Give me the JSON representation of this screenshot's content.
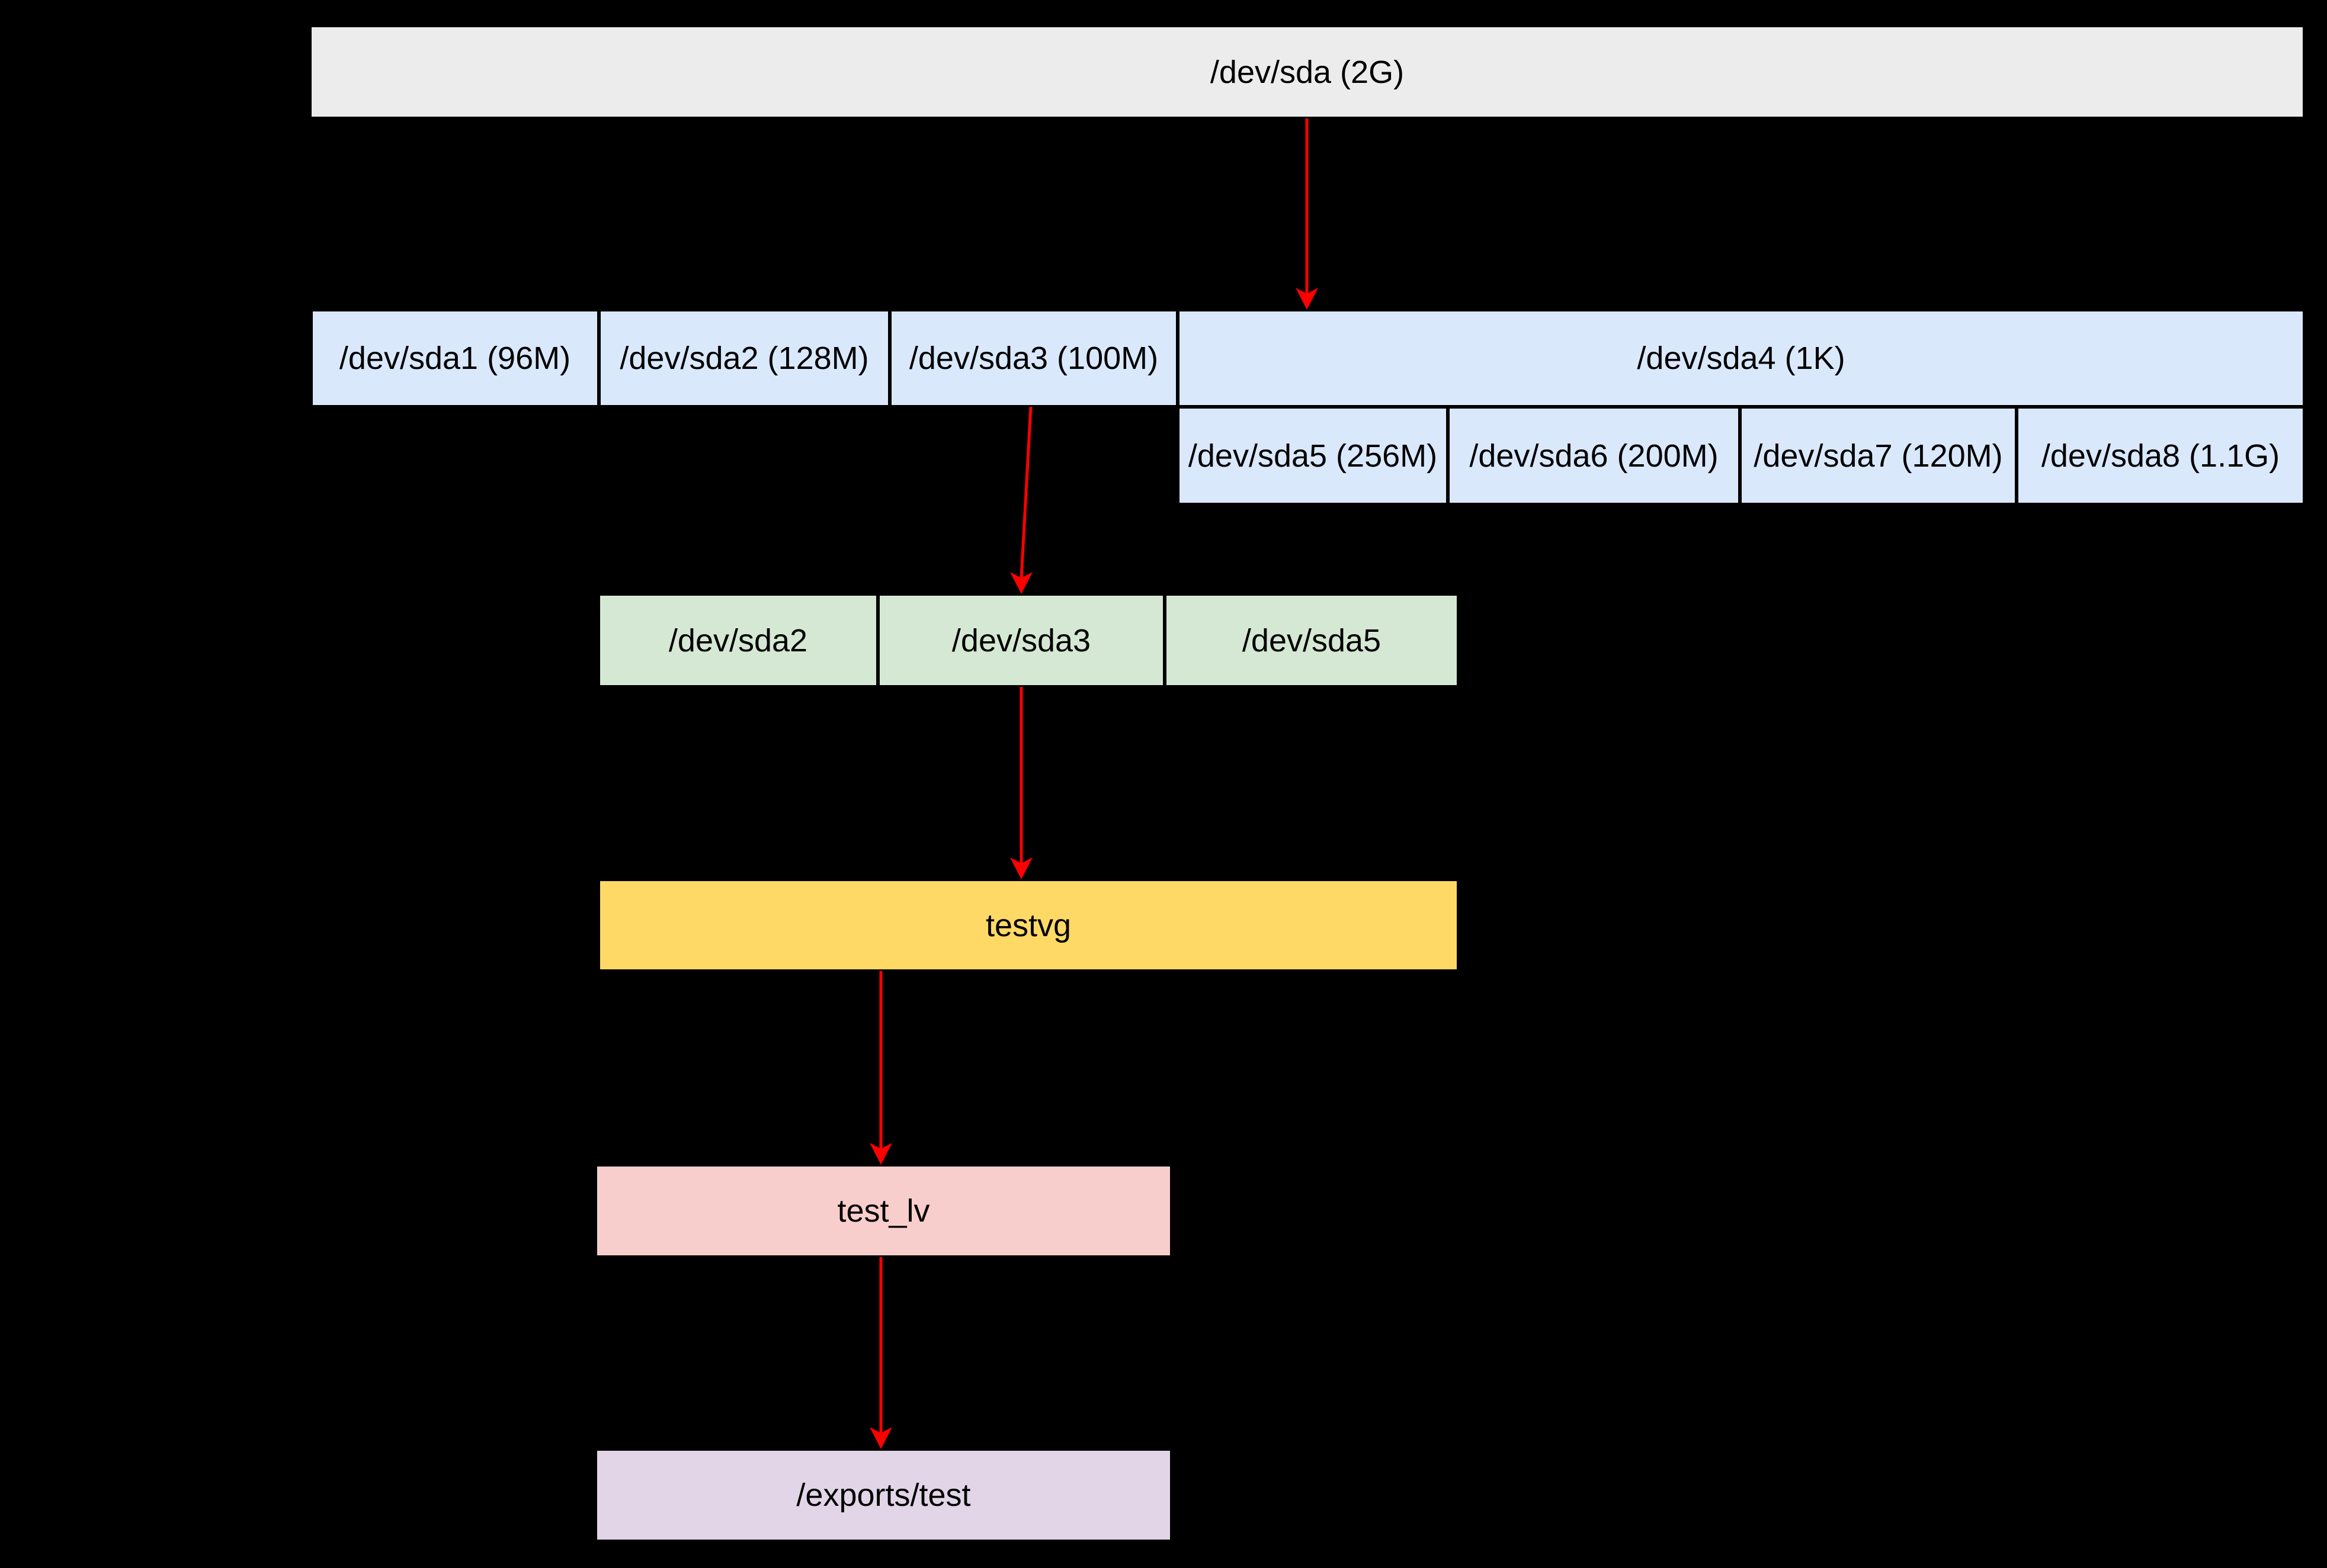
{
  "diagram": {
    "disk": {
      "label": "/dev/sda (2G)"
    },
    "partitions": [
      {
        "label": "/dev/sda1 (96M)"
      },
      {
        "label": "/dev/sda2 (128M)"
      },
      {
        "label": "/dev/sda3 (100M)"
      },
      {
        "label": "/dev/sda4 (1K)"
      }
    ],
    "logical_partitions": [
      {
        "label": "/dev/sda5 (256M)"
      },
      {
        "label": "/dev/sda6 (200M)"
      },
      {
        "label": "/dev/sda7 (120M)"
      },
      {
        "label": "/dev/sda8 (1.1G)"
      }
    ],
    "physical_volumes": [
      {
        "label": "/dev/sda2"
      },
      {
        "label": "/dev/sda3"
      },
      {
        "label": "/dev/sda5"
      }
    ],
    "volume_group": {
      "label": "testvg"
    },
    "logical_volume": {
      "label": "test_lv"
    },
    "mount_point": {
      "label": "/exports/test"
    }
  },
  "colors": {
    "background": "#000000",
    "disk_fill": "#ececec",
    "partition_fill": "#dae8fc",
    "pv_fill": "#d5e8d4",
    "vg_fill": "#ffd966",
    "lv_fill": "#f8cecc",
    "mount_fill": "#e1d5e7",
    "border": "#000000",
    "arrow": "#ff0000",
    "text": "#000000"
  }
}
